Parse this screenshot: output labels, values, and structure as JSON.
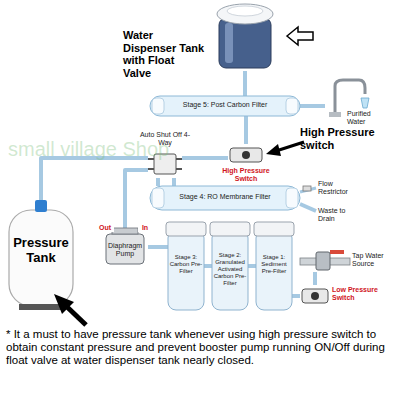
{
  "diagram": {
    "caption": "* It a must to have pressure tank whenever using high pressure switch to obtain constant pressure and prevent booster pump running ON/Off during float valve at water dispenser tank nearly closed.",
    "nodes": [
      {
        "text": [
          "Water Dispenser Tank with Float Valve"
        ]
      },
      {
        "text": [
          "Stage 5: Post Carbon Filter"
        ]
      },
      {
        "text": [
          "Purified Water"
        ]
      },
      {
        "text": [
          "High Pressure Switch"
        ]
      },
      {
        "text": [
          "Auto Shut Off 4-Way"
        ]
      },
      {
        "text": [
          "Stage 4: RO Membrane Filter"
        ]
      },
      {
        "text": [
          "Pressure Tank"
        ]
      },
      {
        "text": [
          "Out",
          "In",
          "Diaphragm Pump"
        ]
      },
      {
        "text": [
          "Stage 3: Carbon Pre-Filter"
        ]
      },
      {
        "text": [
          "Stage 2: Granulated Activated Carbon Pre-Filter"
        ]
      },
      {
        "text": [
          "Stage 1: Sediment Pre-Filter"
        ]
      },
      {
        "text": [
          "Tap Water Source"
        ]
      },
      {
        "text": [
          "Low Pressure Switch"
        ]
      }
    ],
    "edges": [
      {
        "from": 11,
        "to": 12,
        "arrow": "none"
      },
      {
        "from": 12,
        "to": 10,
        "arrow": "none"
      },
      {
        "from": 10,
        "to": 9,
        "arrow": "none"
      },
      {
        "from": 9,
        "to": 8,
        "arrow": "none"
      },
      {
        "from": 8,
        "to": 7,
        "arrow": "none"
      },
      {
        "from": 7,
        "to": 4,
        "arrow": "none"
      },
      {
        "from": 4,
        "to": 5,
        "arrow": "none"
      },
      {
        "from": 5,
        "to": 4,
        "arrow": "none"
      },
      {
        "from": 4,
        "to": 3,
        "arrow": "none"
      },
      {
        "from": 3,
        "to": 1,
        "arrow": "none"
      },
      {
        "from": 6,
        "to": 4,
        "arrow": "none"
      },
      {
        "from": 1,
        "to": 2,
        "arrow": "none"
      },
      {
        "from": 1,
        "to": 0,
        "arrow": "none"
      }
    ],
    "labels": [
      "High Pressure switch",
      "Flow Restrictor",
      "Waste to Drain",
      "small village Shop"
    ]
  }
}
